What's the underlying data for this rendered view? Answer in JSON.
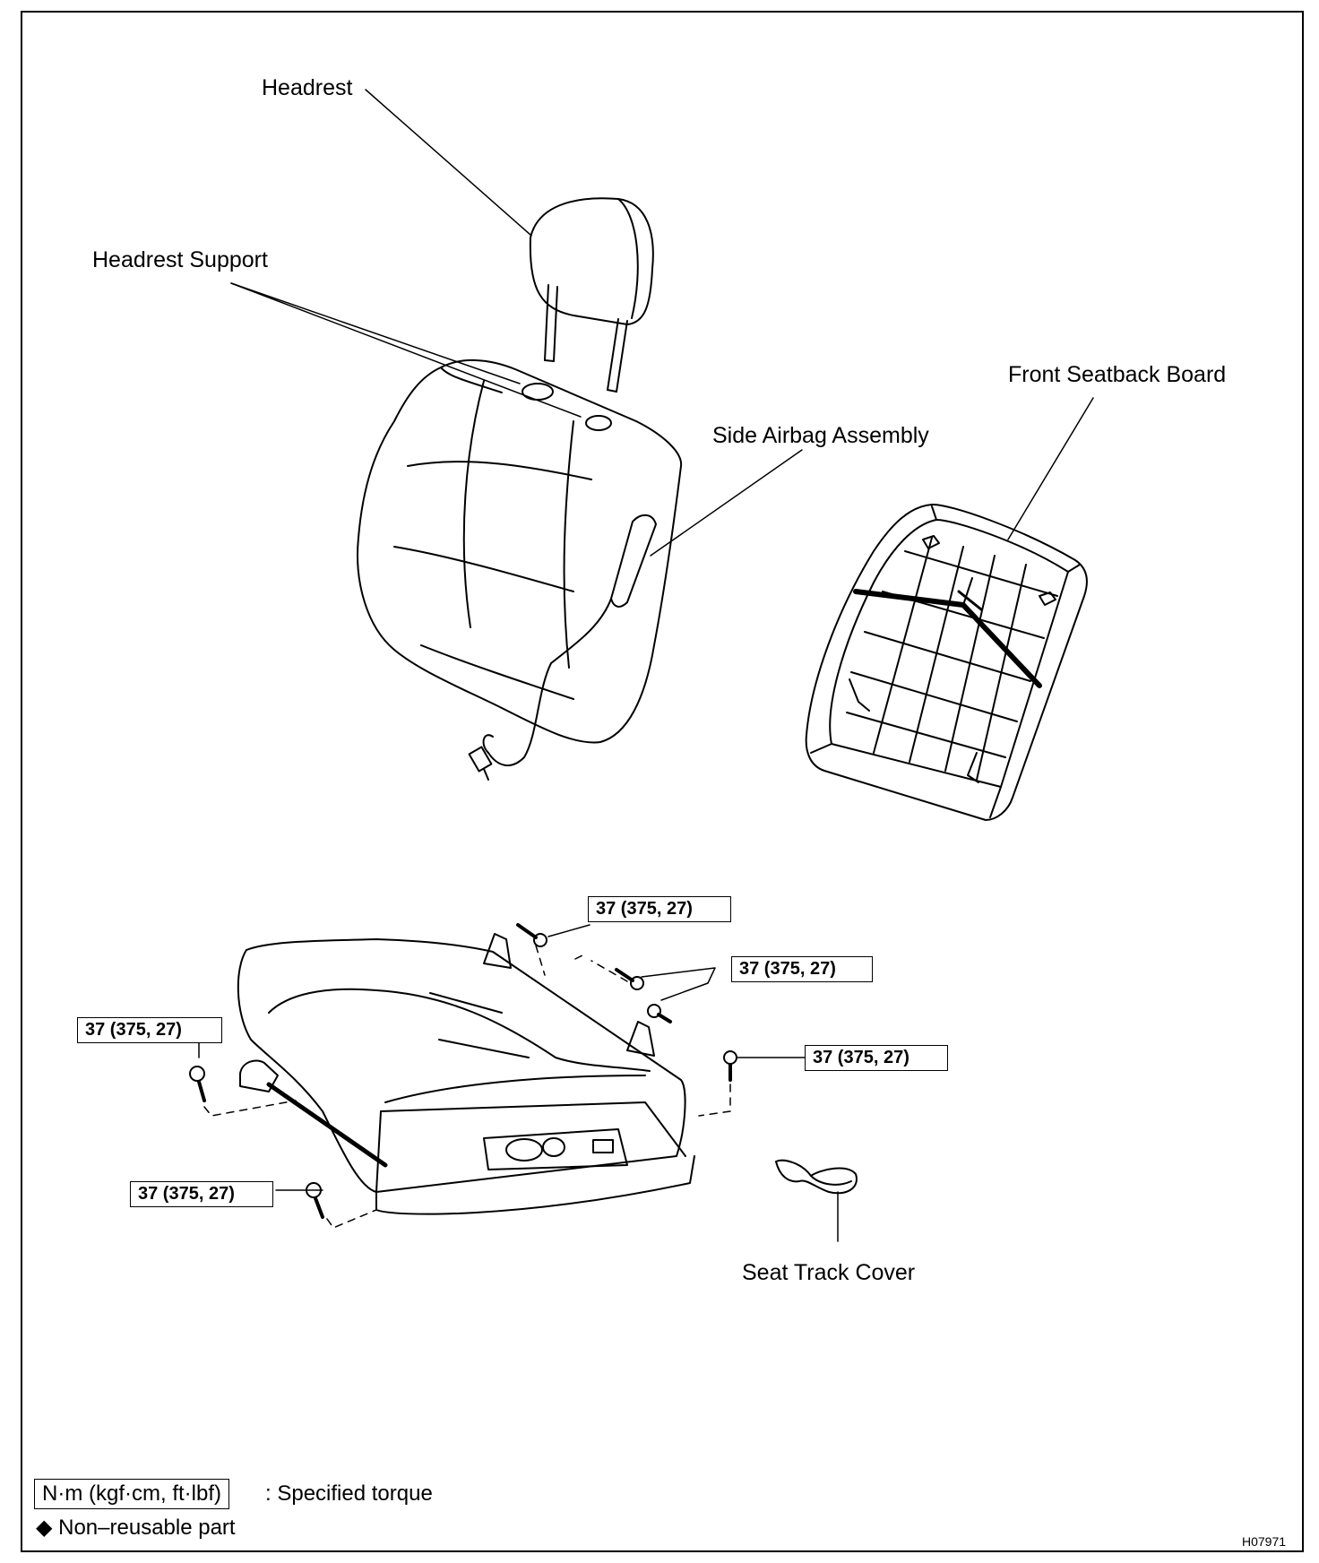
{
  "labels": {
    "headrest": "Headrest",
    "headrest_support": "Headrest Support",
    "front_seatback_board": "Front Seatback Board",
    "side_airbag_assembly": "Side Airbag Assembly",
    "seat_track_cover": "Seat Track Cover"
  },
  "torque_values": {
    "t1": "37 (375, 27)",
    "t2": "37 (375, 27)",
    "t3": "37 (375, 27)",
    "t4": "37 (375, 27)",
    "t5": "37 (375, 27)"
  },
  "legend": {
    "torque_unit": "N·m (kgf·cm, ft·lbf)",
    "torque_desc": ": Specified torque",
    "non_reusable": "◆ Non–reusable part"
  },
  "figure_code": "H07971"
}
